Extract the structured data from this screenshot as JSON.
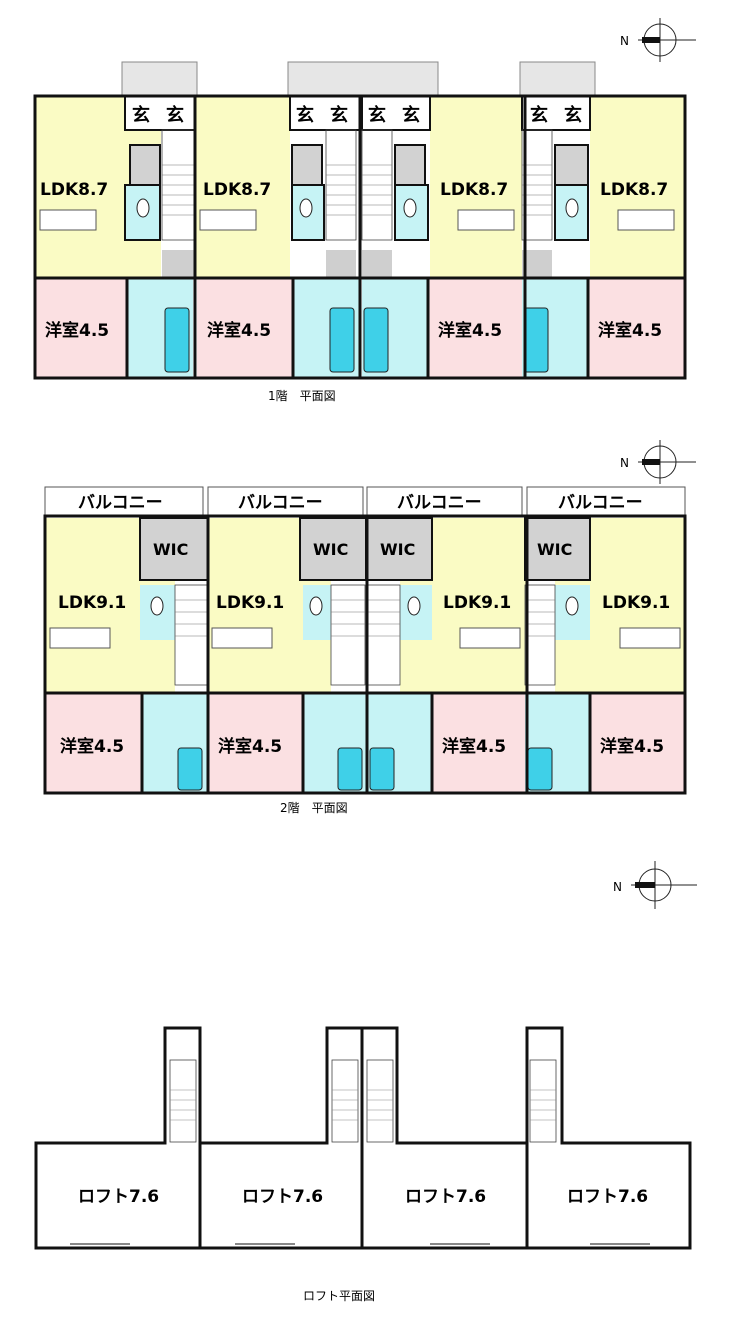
{
  "colors": {
    "ldk": "#fafbc4",
    "western_room": "#fbe0e2",
    "water": "#c6f3f5",
    "storage_grey": "#d2d2d2",
    "entrance_grey": "#cfcfcf",
    "wall": "#111111",
    "fixture_blue": "#3fd0e8"
  },
  "compass": {
    "north_label": "N"
  },
  "floor1": {
    "caption": "1階　平面図",
    "ldk_labels": [
      "LDK8.7",
      "LDK8.7",
      "LDK8.7",
      "LDK8.7"
    ],
    "room_labels": [
      "洋室4.5",
      "洋室4.5",
      "洋室4.5",
      "洋室4.5"
    ],
    "entrance_labels": [
      "玄",
      "玄",
      "玄",
      "玄",
      "玄",
      "玄",
      "玄",
      "玄"
    ]
  },
  "floor2": {
    "caption": "2階　平面図",
    "balcony_labels": [
      "バルコニー",
      "バルコニー",
      "バルコニー",
      "バルコニー"
    ],
    "wic_labels": [
      "WIC",
      "WIC",
      "WIC",
      "WIC"
    ],
    "ldk_labels": [
      "LDK9.1",
      "LDK9.1",
      "LDK9.1",
      "LDK9.1"
    ],
    "room_labels": [
      "洋室4.5",
      "洋室4.5",
      "洋室4.5",
      "洋室4.5"
    ]
  },
  "loft": {
    "caption": "ロフト平面図",
    "room_labels": [
      "ロフト7.6",
      "ロフト7.6",
      "ロフト7.6",
      "ロフト7.6"
    ]
  }
}
